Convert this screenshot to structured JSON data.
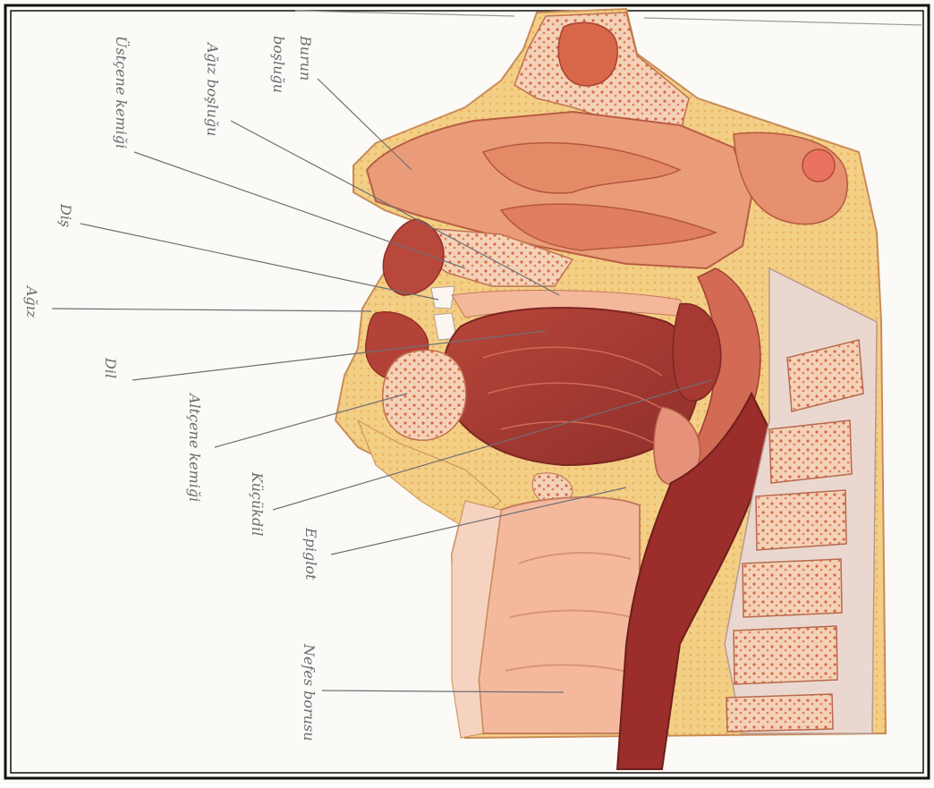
{
  "labels": {
    "burun_1": "Burun",
    "burun_2": "boşluğu",
    "agiz_boslugu": "Ağız boşluğu",
    "ustcene": "Üstçene kemiği",
    "dis": "Diş",
    "agiz": "Ağız",
    "dil": "Dil",
    "altcene": "Altçene kemiği",
    "kucukdil": "Küçükdil",
    "epiglot": "Epiglot",
    "nefes": "Nefes borusu"
  },
  "colors": {
    "frame": "#111111",
    "page": "#fbfaf7",
    "fat": "#f1c77a",
    "bone": "#f3d2b7",
    "bone_spot": "#d9684a",
    "cavity": "#e58f6f",
    "tissue": "#d97a5f",
    "muscle": "#a93f34",
    "muscle_light": "#c65a47",
    "trachea": "#f4b99d",
    "esophagus": "#9b2d2a",
    "leader": "#6f6f75"
  }
}
